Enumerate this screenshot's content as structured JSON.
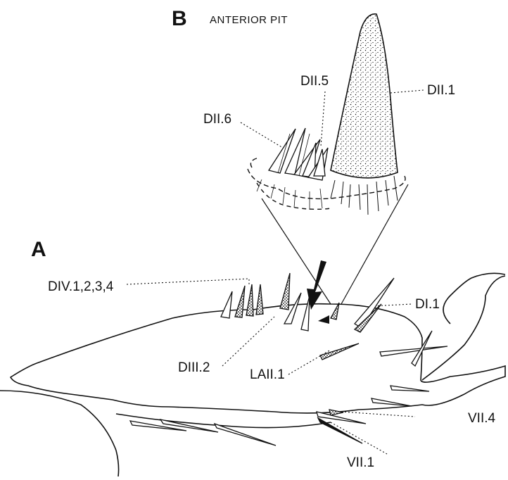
{
  "panels": {
    "a": "A",
    "b": "B"
  },
  "titles": {
    "b": "ANTERIOR PIT"
  },
  "labels": {
    "dii6": "DII.6",
    "dii5": "DII.5",
    "dii1": "DII.1",
    "div": "DIV.1,2,3,4",
    "di1": "DI.1",
    "diii2": "DIII.2",
    "laii1": "LAII.1",
    "vii4": "VII.4",
    "vii1": "VII.1"
  },
  "colors": {
    "ink": "#111111",
    "paper": "#ffffff"
  }
}
